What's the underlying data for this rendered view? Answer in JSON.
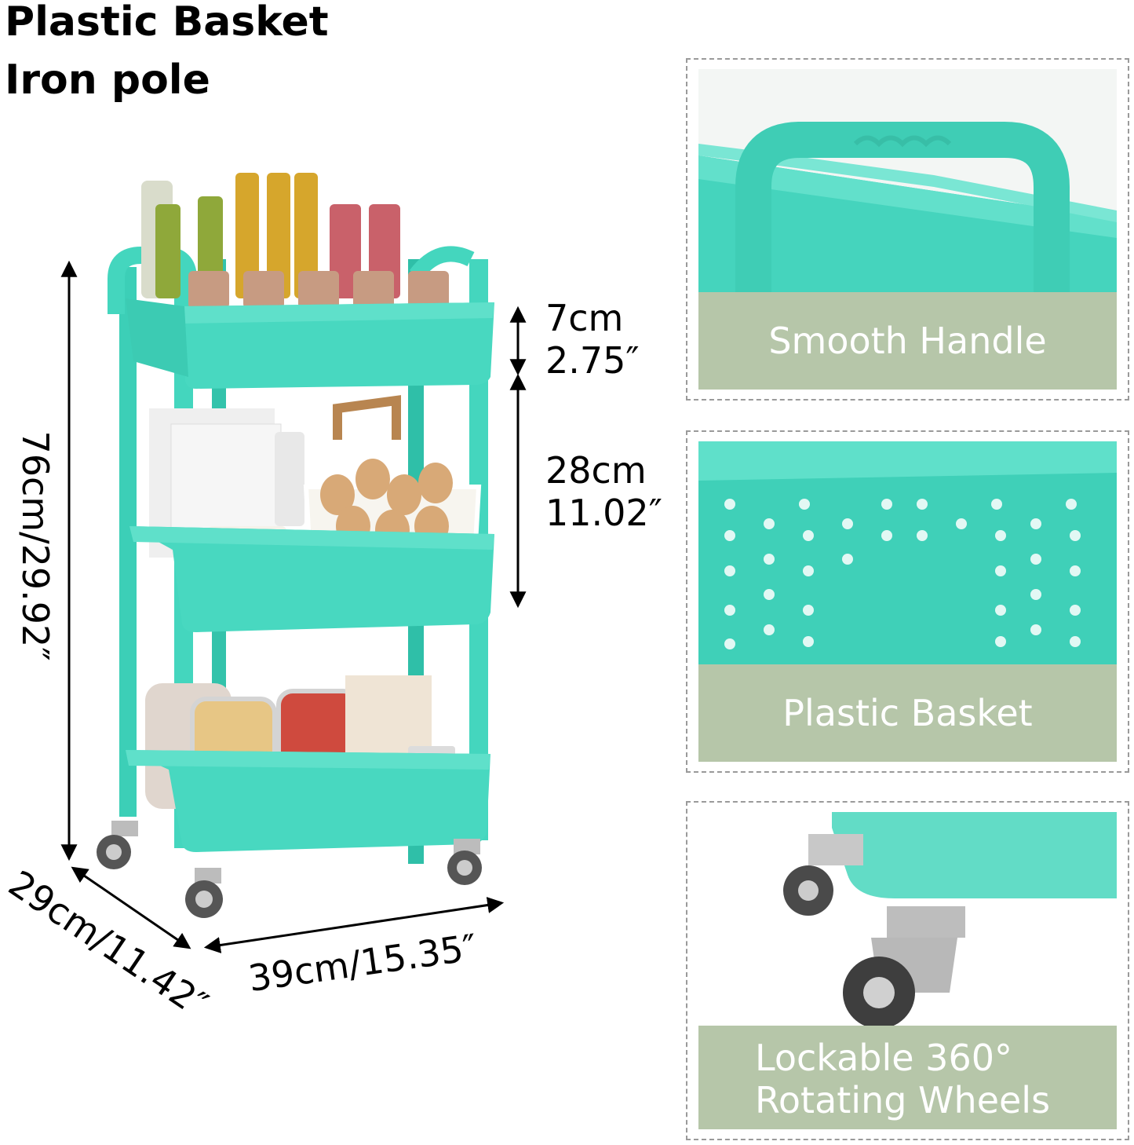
{
  "header": {
    "line1": "Plastic Basket",
    "line2": "Iron pole"
  },
  "dimensions": {
    "top_gap_cm": "7cm",
    "top_gap_in": "2.75″",
    "mid_gap_cm": "28cm",
    "mid_gap_in": "11.02″",
    "height": "76cm/29.92″",
    "depth": "29cm/11.42″",
    "width": "39cm/15.35″"
  },
  "features": [
    {
      "label": "Smooth Handle"
    },
    {
      "label": "Plastic Basket"
    },
    {
      "label_line1": "Lockable 360°",
      "label_line2": "Rotating Wheels"
    }
  ],
  "colors": {
    "teal": "#48d8c0",
    "teal_dark": "#2fbfa8",
    "caption_bg": "#b6c6a9",
    "caption_text": "#ffffff"
  }
}
